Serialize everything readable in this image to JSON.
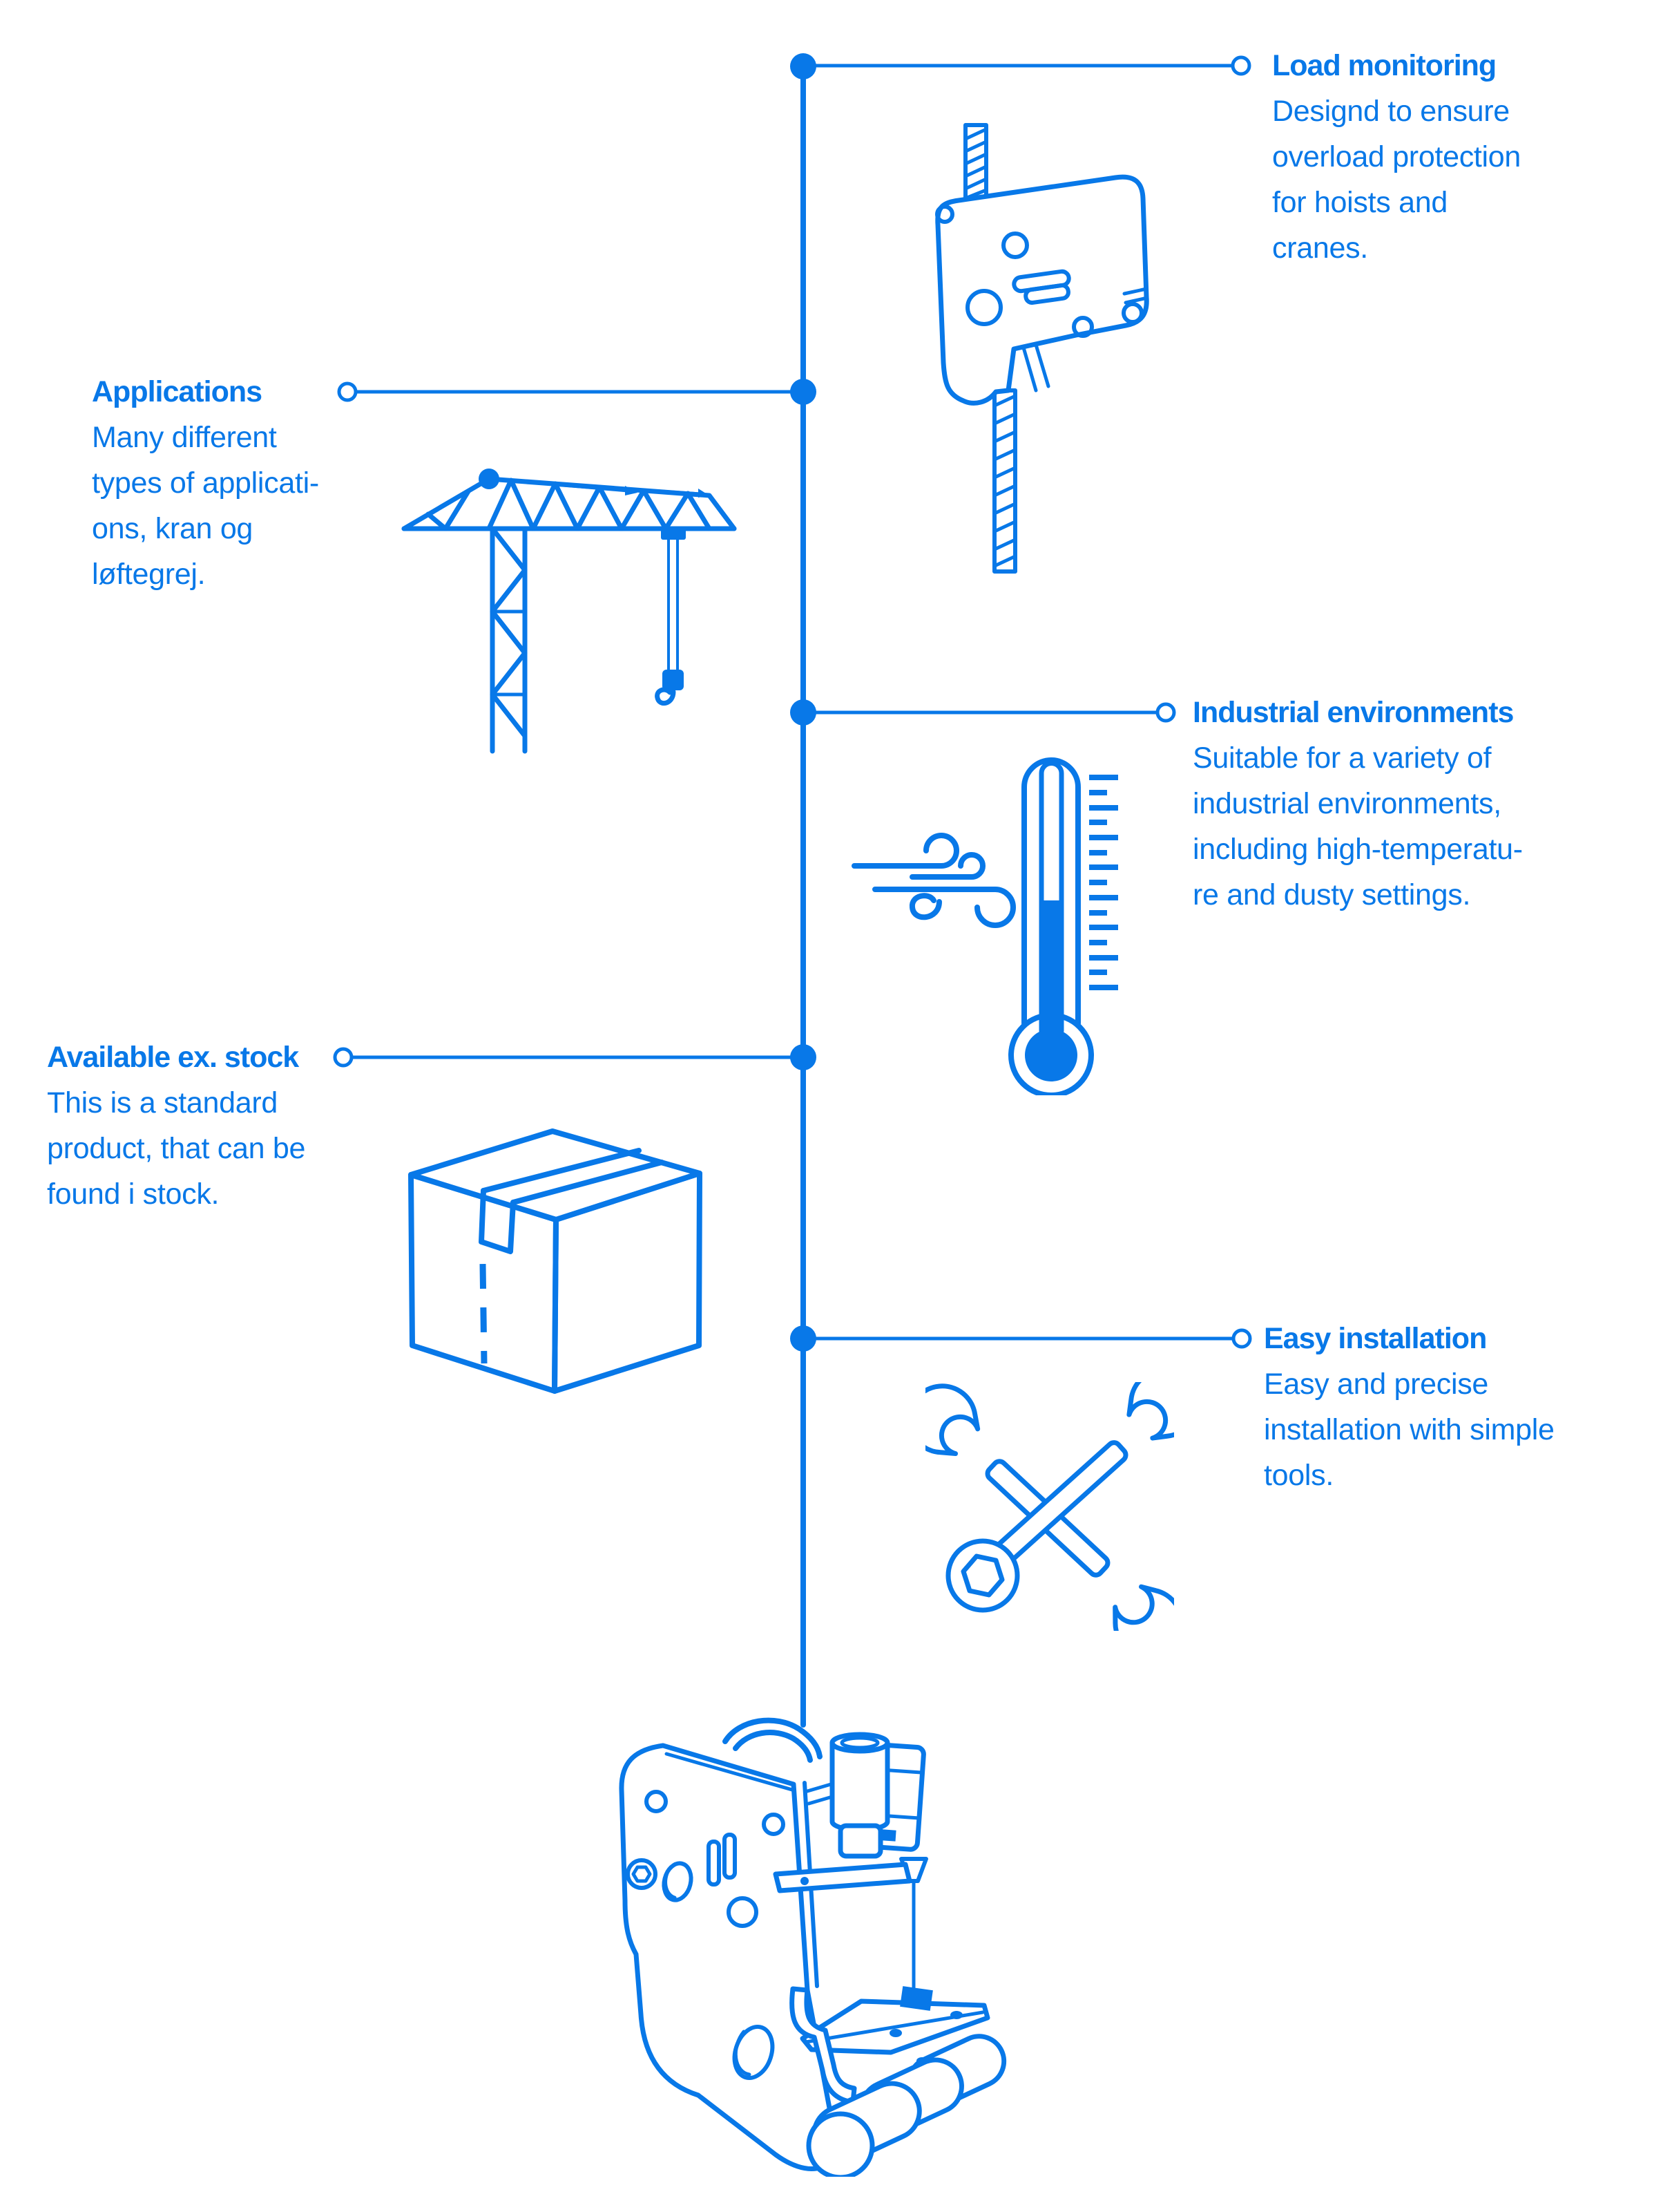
{
  "palette": {
    "accent": "#0878e8",
    "background": "#ffffff"
  },
  "timeline": {
    "node_count": 5,
    "orientation": "vertical"
  },
  "features": [
    {
      "id": "load-monitoring",
      "side": "right",
      "title": "Load monitoring",
      "description": "Designd to ensure\noverload protection\nfor hoists and\ncranes.",
      "icon": "load-cell-icon"
    },
    {
      "id": "applications",
      "side": "left",
      "title": "Applications",
      "description": "Many different\ntypes of applicati-\nons,  kran og\nløftegrej.",
      "icon": "tower-crane-icon"
    },
    {
      "id": "industrial-environments",
      "side": "right",
      "title": "Industrial environments",
      "description": "Suitable for a variety of\nindustrial environments,\nincluding high-temperatu-\nre and dusty settings.",
      "icon": "thermometer-wind-icon"
    },
    {
      "id": "available-ex-stock",
      "side": "left",
      "title": "Available ex. stock",
      "description": "This is a standard\nproduct, that can be\nfound i stock.",
      "icon": "shipping-box-icon"
    },
    {
      "id": "easy-installation",
      "side": "right",
      "title": "Easy installation",
      "description": "Easy and precise\ninstallation with simple\ntools.",
      "icon": "crossed-wrenches-icon"
    }
  ],
  "product": {
    "icon": "load-sensor-product-illustration"
  }
}
